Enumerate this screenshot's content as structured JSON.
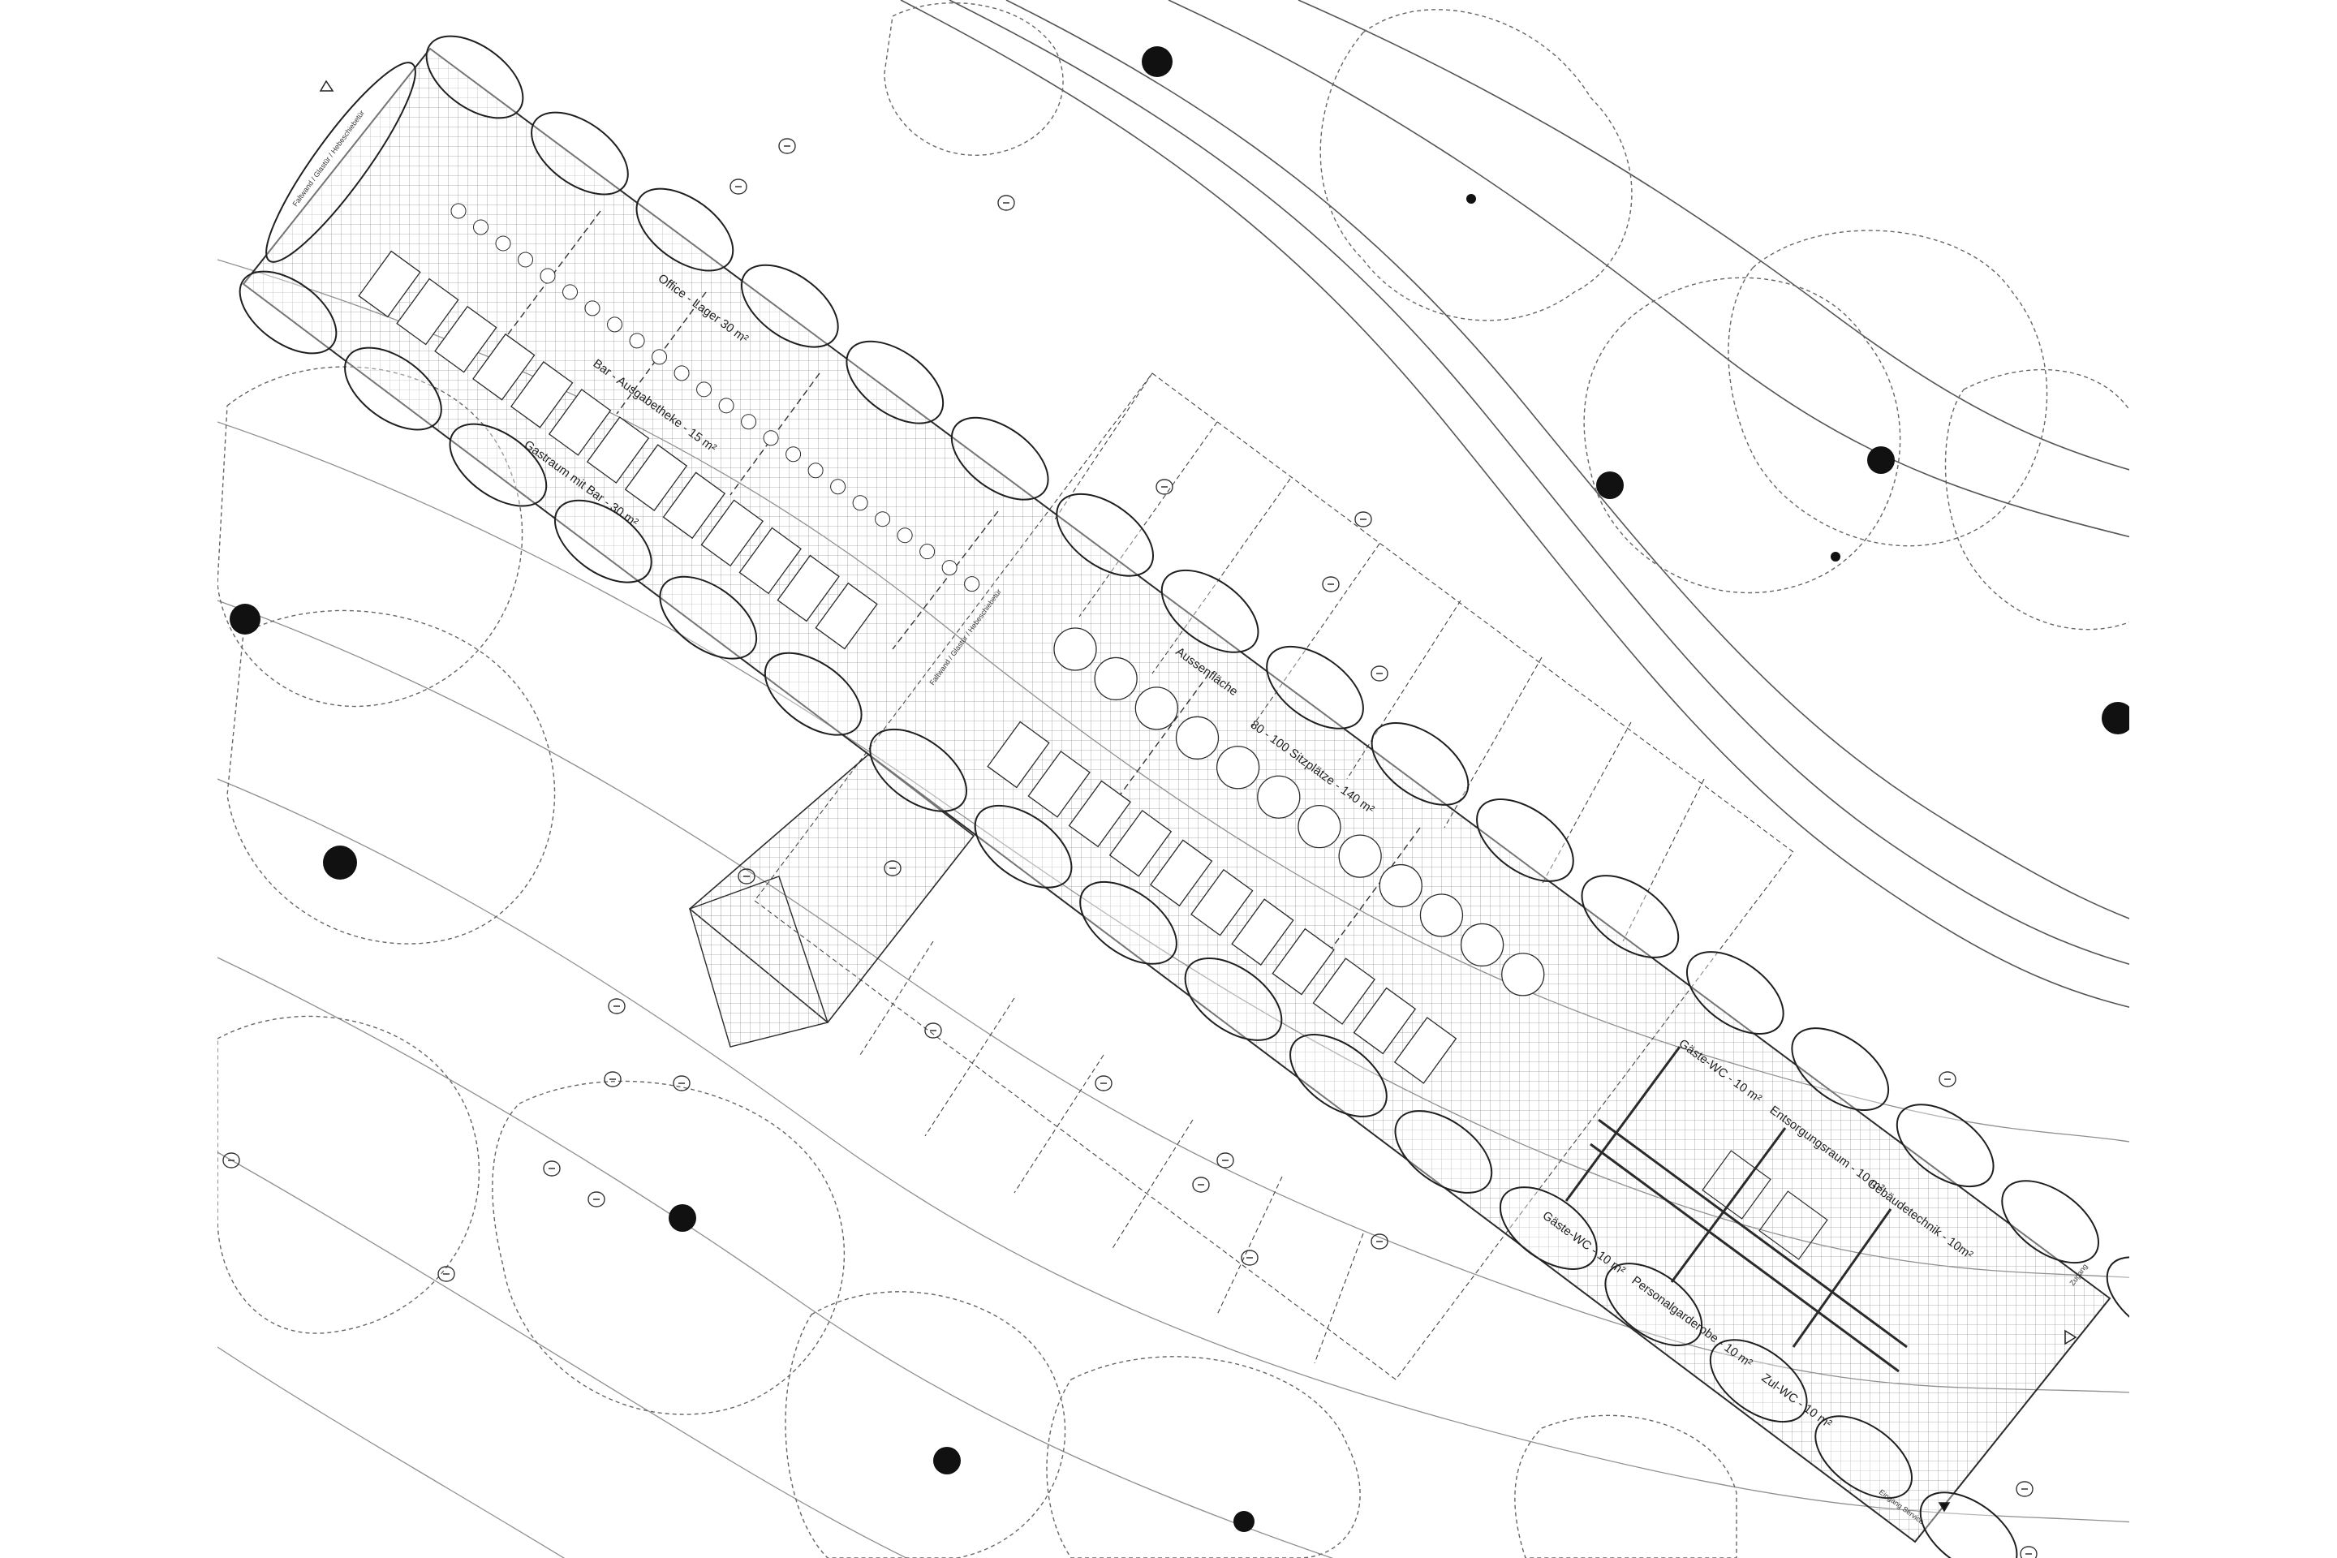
{
  "plan": {
    "rooms": {
      "office": "Office - Lager 30 m²",
      "bar": "Bar - Ausgabetheke - 15 m²",
      "gastraum": "Gastraum mit Bar - 30 m²",
      "aussen_title": "Aussenfläche",
      "aussen": "80 - 100 Sitzplätze - 140 m²",
      "gaeste_wc_a": "Gäste-WC - 10 m²",
      "gaeste_wc_b": "Gäste-WC - 10 m²",
      "entsorgung": "Entsorgungsraum - 10 m²",
      "gebaeude": "Gebäudetechnik - 10m²",
      "personal": "Personalgarderobe - 10 m²",
      "zul_wc": "Zul-WC - 10 m²"
    },
    "small_labels": {
      "faltwand_a": "Faltwand / Glastür / Hebeschiebetür",
      "faltwand_b": "Faltwand / Glastür / Hebeschiebetür",
      "zugang": "Zugang",
      "eingang": "Eingang Service"
    },
    "colors": {
      "line": "#2b2b2b",
      "grid": "#9a9a9a",
      "tree": "#111111",
      "contour": "#8f8f8f"
    }
  }
}
